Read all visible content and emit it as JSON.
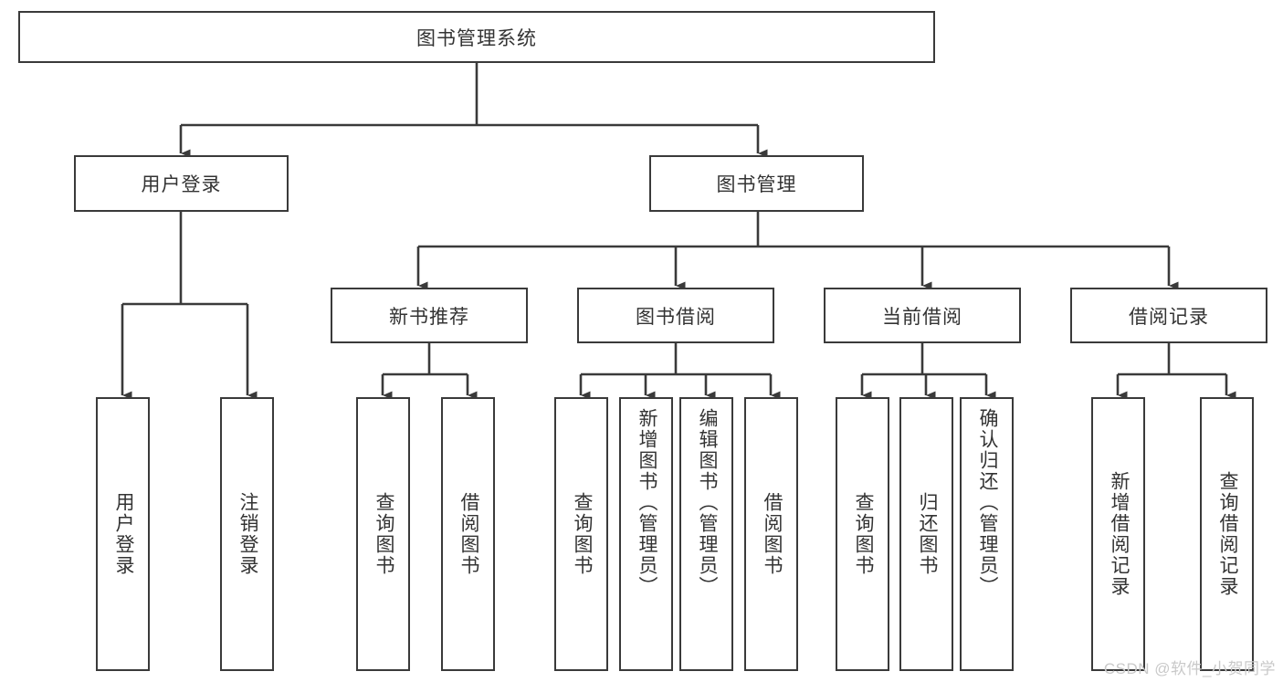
{
  "diagram": {
    "title": "图书管理系统",
    "type": "tree-hierarchy-diagram",
    "root": {
      "label": "图书管理系统"
    },
    "level2": [
      {
        "label": "用户登录"
      },
      {
        "label": "图书管理"
      }
    ],
    "level3": [
      {
        "label": "新书推荐"
      },
      {
        "label": "图书借阅"
      },
      {
        "label": "当前借阅"
      },
      {
        "label": "借阅记录"
      }
    ],
    "leaves": [
      {
        "label": "用户登录",
        "parent": "用户登录"
      },
      {
        "label": "注销登录",
        "parent": "用户登录"
      },
      {
        "label": "查询图书",
        "parent": "新书推荐"
      },
      {
        "label": "借阅图书",
        "parent": "新书推荐"
      },
      {
        "label": "查询图书",
        "parent": "图书借阅"
      },
      {
        "label": "新增图书（管理员）",
        "parent": "图书借阅"
      },
      {
        "label": "编辑图书（管理员）",
        "parent": "图书借阅"
      },
      {
        "label": "借阅图书",
        "parent": "图书借阅"
      },
      {
        "label": "查询图书",
        "parent": "当前借阅"
      },
      {
        "label": "归还图书",
        "parent": "当前借阅"
      },
      {
        "label": "确认归还（管理员）",
        "parent": "当前借阅"
      },
      {
        "label": "新增借阅记录",
        "parent": "借阅记录"
      },
      {
        "label": "查询借阅记录",
        "parent": "借阅记录"
      }
    ],
    "watermark": "CSDN @软件_小贺同学",
    "colors": {
      "border": "#3a3a3a",
      "text": "#333333",
      "background": "#ffffff",
      "watermark": "#c9c9c9"
    }
  }
}
